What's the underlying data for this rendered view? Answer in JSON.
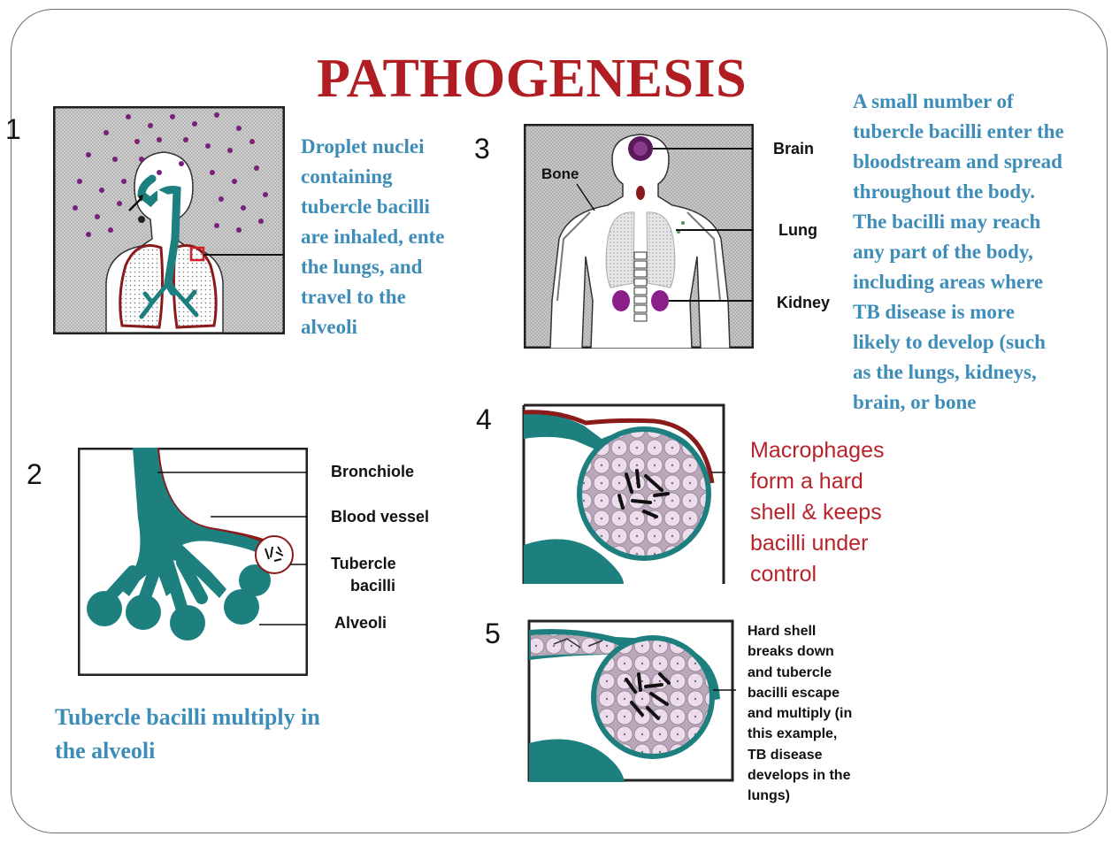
{
  "title": "PATHOGENESIS",
  "colors": {
    "title_red": "#b01e23",
    "teal": "#1e7f7f",
    "dark_red": "#8b1a1a",
    "purple": "#7a1f7a",
    "blue_text": "#3d8db8",
    "red_text": "#b8232a"
  },
  "panel1": {
    "number": "1",
    "caption_lines": [
      "Droplet nuclei",
      "containing",
      "tubercle bacilli",
      "are inhaled, ente",
      "the lungs, and",
      "travel to the",
      "alveoli"
    ]
  },
  "panel2": {
    "number": "2",
    "labels": {
      "bronchiole": "Bronchiole",
      "blood_vessel": "Blood vessel",
      "tubercle_line1": "Tubercle",
      "tubercle_line2": "bacilli",
      "alveoli": "Alveoli"
    },
    "caption_lines": [
      "Tubercle bacilli multiply in",
      "the alveoli"
    ]
  },
  "panel3": {
    "number": "3",
    "labels": {
      "brain": "Brain",
      "bone": "Bone",
      "lung": "Lung",
      "kidney": "Kidney"
    },
    "caption_lines": [
      "A small number of",
      "tubercle bacilli enter the",
      "bloodstream and spread",
      "throughout the body.",
      "The bacilli may reach",
      "any part of the body,",
      "including areas where",
      "TB disease is more",
      "likely to develop (such",
      "as the lungs, kidneys,",
      "brain, or bone"
    ]
  },
  "panel4": {
    "number": "4",
    "caption_lines": [
      "Macrophages",
      "form a hard",
      "shell & keeps",
      "bacilli under",
      "control"
    ]
  },
  "panel5": {
    "number": "5",
    "caption_lines": [
      "Hard shell",
      "breaks down",
      "and tubercle",
      "bacilli escape",
      "and multiply (in",
      "this example,",
      "TB disease",
      "develops in the",
      "lungs)"
    ]
  }
}
